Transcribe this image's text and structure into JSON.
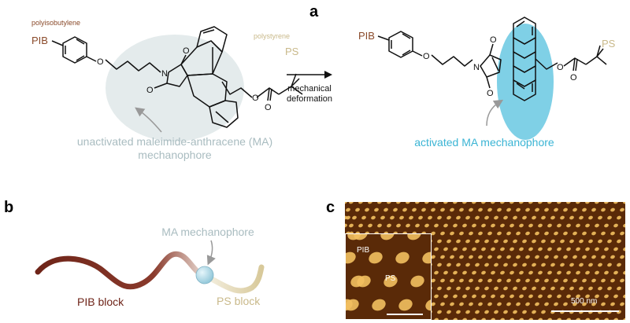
{
  "panels": {
    "a": "a",
    "b": "b",
    "c": "c"
  },
  "panel_a": {
    "polyisobutylene": "polyisobutylene",
    "pib_left": "PIB",
    "polystyrene": "polystyrene",
    "ps_left": "PS",
    "atom_n": "N",
    "atom_o": "O",
    "arrow_label_1": "mechanical",
    "arrow_label_2": "deformation",
    "unactivated_1": "unactivated maleimide-anthracene (MA)",
    "unactivated_2": "mechanophore",
    "pib_right": "PIB",
    "ps_right": "PS",
    "activated": "activated MA mechanophore"
  },
  "panel_b": {
    "ma_label": "MA mechanophore",
    "pib_block": "PIB block",
    "ps_block": "PS block"
  },
  "panel_c": {
    "pib": "PIB",
    "ps": "PS",
    "scale": "500 nm"
  },
  "colors": {
    "pib_brown": "#8a4a2a",
    "ps_tan": "#c9b98a",
    "ma_gray": "#a9bcc0",
    "ma_blue": "#3ab4d4",
    "ellipse_gray": "#e4ebec",
    "ellipse_blue": "#7fd0e6",
    "afm_dark": "#5a2a08",
    "afm_light": "#f2c060"
  }
}
